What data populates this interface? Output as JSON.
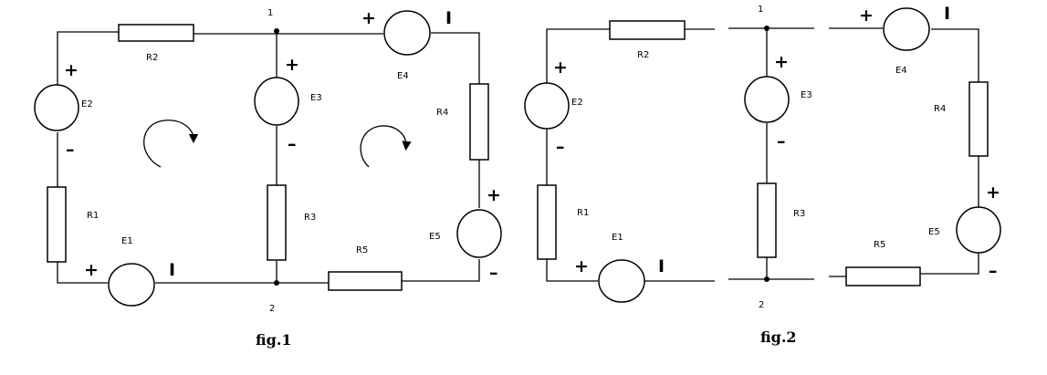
{
  "fig1": {
    "caption": "fig.1",
    "node_top": "1",
    "node_bottom": "2",
    "labels": {
      "R1": "R1",
      "R2": "R2",
      "R3": "R3",
      "R4": "R4",
      "R5": "R5",
      "E1": "E1",
      "E2": "E2",
      "E3": "E3",
      "E4": "E4",
      "E5": "E5"
    }
  },
  "fig2": {
    "caption": "fig.2",
    "node_top": "1",
    "node_bottom": "2",
    "labels": {
      "R1": "R1",
      "R2": "R2",
      "R3": "R3",
      "R4": "R4",
      "R5": "R5",
      "E1": "E1",
      "E2": "E2",
      "E3": "E3",
      "E4": "E4",
      "E5": "E5"
    }
  },
  "signs": {
    "plus": "+",
    "minus": "–",
    "bar": "I"
  }
}
